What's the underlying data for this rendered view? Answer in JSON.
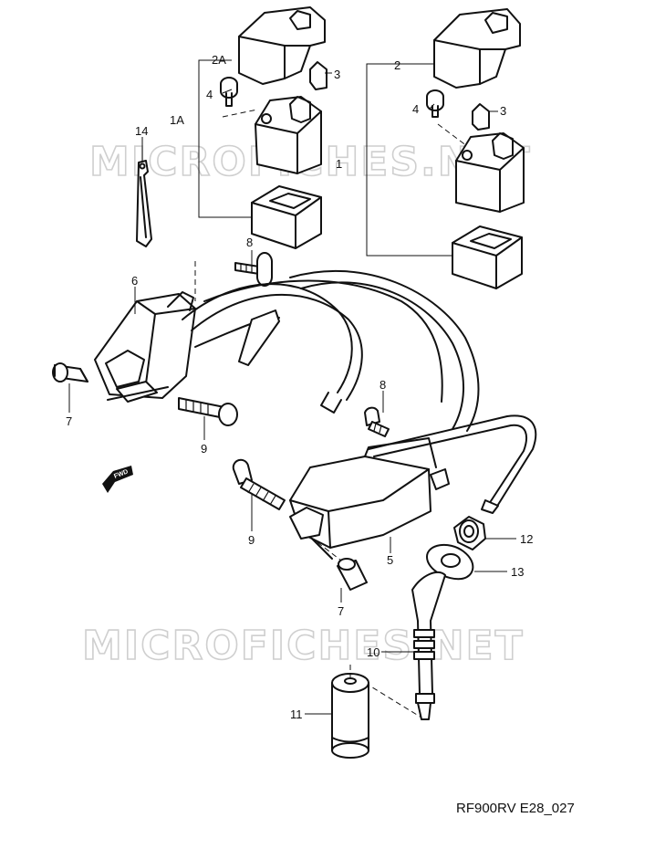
{
  "figure": {
    "diagram_code": "RF900RV E28_027",
    "watermark_text": "MICROFICHES.NET",
    "direction_label": "FWD"
  },
  "callouts": {
    "c1": "1",
    "c1a": "1A",
    "c2": "2",
    "c2a": "2A",
    "c3a": "3",
    "c3b": "3",
    "c4a": "4",
    "c4b": "4",
    "c5": "5",
    "c6": "6",
    "c7a": "7",
    "c7b": "7",
    "c8a": "8",
    "c8b": "8",
    "c9a": "9",
    "c9b": "9",
    "c10": "10",
    "c11": "11",
    "c12": "12",
    "c13": "13",
    "c14": "14"
  },
  "icons": {
    "forward_arrow": "fwd-arrow-icon"
  }
}
